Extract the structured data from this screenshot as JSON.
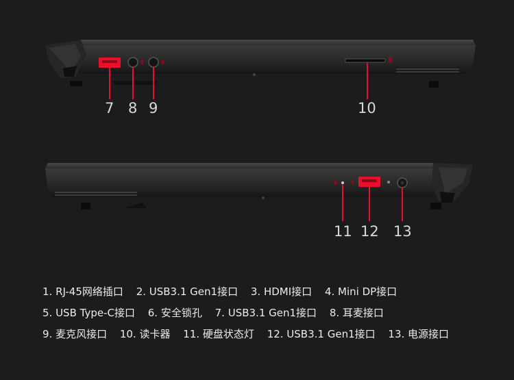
{
  "callouts": {
    "c7": "7",
    "c8": "8",
    "c9": "9",
    "c10": "10",
    "c11": "11",
    "c12": "12",
    "c13": "13"
  },
  "legend": {
    "row1": [
      "1. RJ-45网络插口",
      "2. USB3.1 Gen1接口",
      "3. HDMI接口",
      "4. Mini DP接口"
    ],
    "row2": [
      "5. USB Type-C接口",
      "6. 安全锁孔",
      "7. USB3.1 Gen1接口",
      "8. 耳麦接口"
    ],
    "row3": [
      "9. 麦克风接口",
      "10. 读卡器",
      "11. 硬盘状态灯",
      "12. USB3.1 Gen1接口",
      "13. 电源接口"
    ]
  },
  "colors": {
    "background": "#1c1c1c",
    "accent": "#e8112d",
    "laptop_body": "#2b2b2b"
  }
}
